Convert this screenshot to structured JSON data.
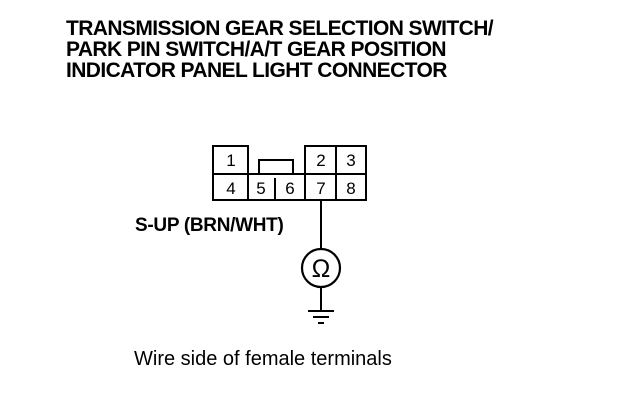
{
  "title": {
    "lines": [
      "TRANSMISSION GEAR SELECTION SWITCH/",
      "PARK PIN SWITCH/A/T GEAR POSITION",
      "INDICATOR PANEL LIGHT CONNECTOR"
    ]
  },
  "connector": {
    "top_row": [
      "1",
      "2",
      "3"
    ],
    "bottom_row": [
      "4",
      "5",
      "6",
      "7",
      "8"
    ]
  },
  "wire_label": "S-UP (BRN/WHT)",
  "meter_symbol": "Ω",
  "caption": "Wire side of female terminals",
  "icons": {
    "meter": "ohmmeter-icon",
    "ground": "ground-symbol-icon"
  },
  "colors": {
    "ink": "#000000",
    "background": "#ffffff"
  }
}
